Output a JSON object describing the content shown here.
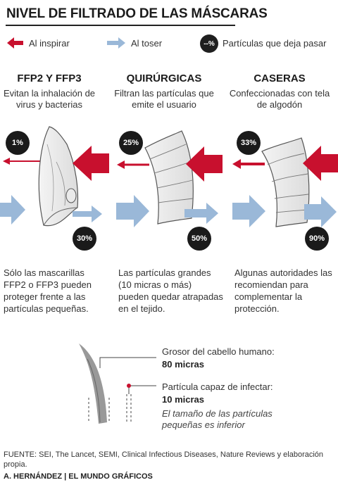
{
  "title": "NIVEL DE FILTRADO DE LAS MÁSCARAS",
  "legend": {
    "inhale_label": "Al inspirar",
    "cough_label": "Al toser",
    "badge_symbol": "--%",
    "particles_label": "Partículas que deja pasar"
  },
  "colors": {
    "inhale": "#c8102e",
    "cough": "#9ab8d8",
    "badge": "#1f1f1f"
  },
  "columns": [
    {
      "title": "FFP2 Y FFP3",
      "subtitle": "Evitan la inhalación de virus y bacterias",
      "inhale_pct": "1%",
      "cough_pct": "30%",
      "description": "Sólo las mascarillas FFP2 o FFP3 pueden proteger frente a las partículas pequeñas."
    },
    {
      "title": "QUIRÚRGICAS",
      "subtitle": "Filtran las partículas que emite el usuario",
      "inhale_pct": "25%",
      "cough_pct": "50%",
      "description": "Las partículas grandes (10 micras o más) pueden quedar atrapadas en el tejido."
    },
    {
      "title": "CASERAS",
      "subtitle": "Confeccionadas con tela de algodón",
      "inhale_pct": "33%",
      "cough_pct": "90%",
      "description": "Algunas autoridades las recomiendan para complementar la protección."
    }
  ],
  "hair": {
    "hair_label": "Grosor del cabello humano:",
    "hair_value": "80 micras",
    "particle_label": "Partícula capaz de infectar:",
    "particle_value": "10 micras",
    "note": "El tamaño de las partículas pequeñas es inferior"
  },
  "source": "FUENTE: SEI, The Lancet, SEMI, Clinical Infectious Diseases, Nature Reviews y elaboración propia.",
  "credit": "A. HERNÁNDEZ | EL MUNDO GRÁFICOS"
}
